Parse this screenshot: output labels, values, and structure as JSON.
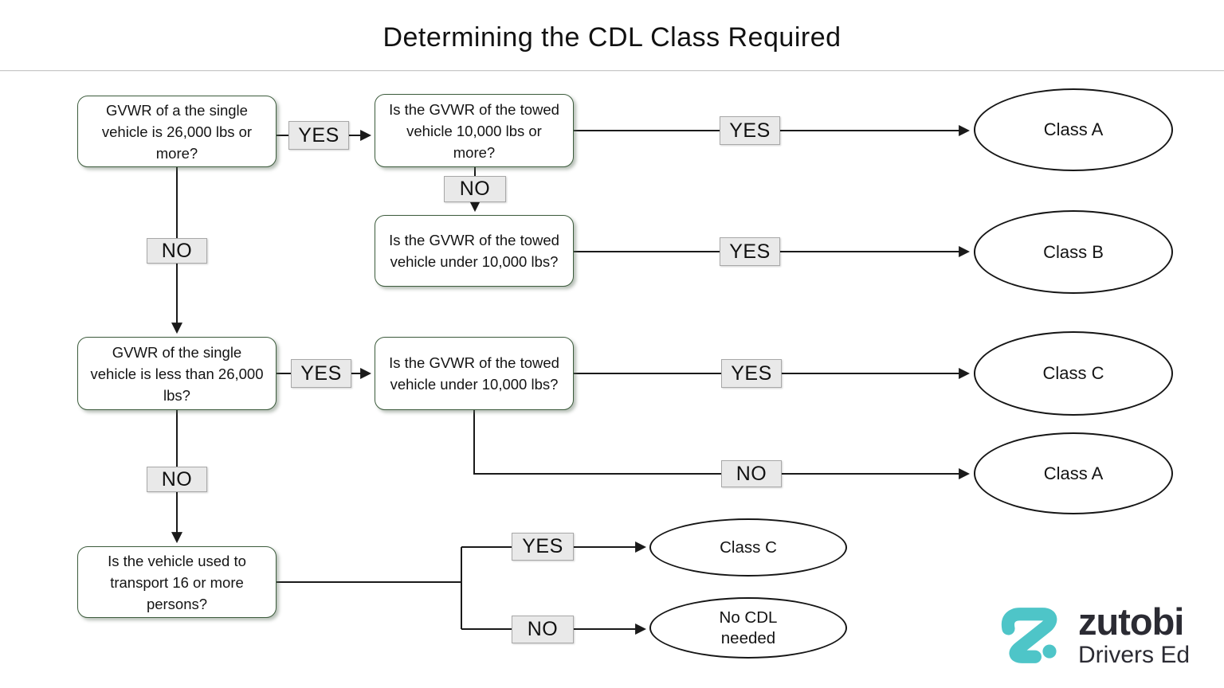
{
  "title": "Determining the CDL Class Required",
  "flow": {
    "questions": {
      "q1": "GVWR of a the single vehicle is 26,000 lbs or more?",
      "q2": "Is the GVWR of the towed vehicle 10,000 lbs or more?",
      "q3": "Is the GVWR of the towed vehicle under 10,000 lbs?",
      "q4": "GVWR of the single vehicle is less than 26,000 lbs?",
      "q5": "Is the GVWR of the towed vehicle under 10,000 lbs?",
      "q6": "Is the vehicle used to transport 16 or more persons?"
    },
    "outcomes": {
      "o1": "Class A",
      "o2": "Class B",
      "o3": "Class C",
      "o4": "Class A",
      "o5": "Class C",
      "o6": "No CDL needed"
    },
    "edges": [
      {
        "from": "q1",
        "label": "YES",
        "to": "q2"
      },
      {
        "from": "q2",
        "label": "YES",
        "to": "o1"
      },
      {
        "from": "q2",
        "label": "NO",
        "to": "q3"
      },
      {
        "from": "q3",
        "label": "YES",
        "to": "o2"
      },
      {
        "from": "q1",
        "label": "NO",
        "to": "q4"
      },
      {
        "from": "q4",
        "label": "YES",
        "to": "q5"
      },
      {
        "from": "q5",
        "label": "YES",
        "to": "o3"
      },
      {
        "from": "q5",
        "label": "NO",
        "to": "o4"
      },
      {
        "from": "q4",
        "label": "NO",
        "to": "q6"
      },
      {
        "from": "q6",
        "label": "YES",
        "to": "o5"
      },
      {
        "from": "q6",
        "label": "NO",
        "to": "o6"
      }
    ]
  },
  "logo": {
    "brand": "zutobi",
    "tagline": "Drivers Ed"
  },
  "colors": {
    "brand_teal": "#4ec5c8",
    "logo_text_dark": "#2b2b33",
    "question_border_green": "#3d5c3d",
    "connector_black": "#1a1a1a",
    "label_fill_gray": "#e9e9e9"
  }
}
